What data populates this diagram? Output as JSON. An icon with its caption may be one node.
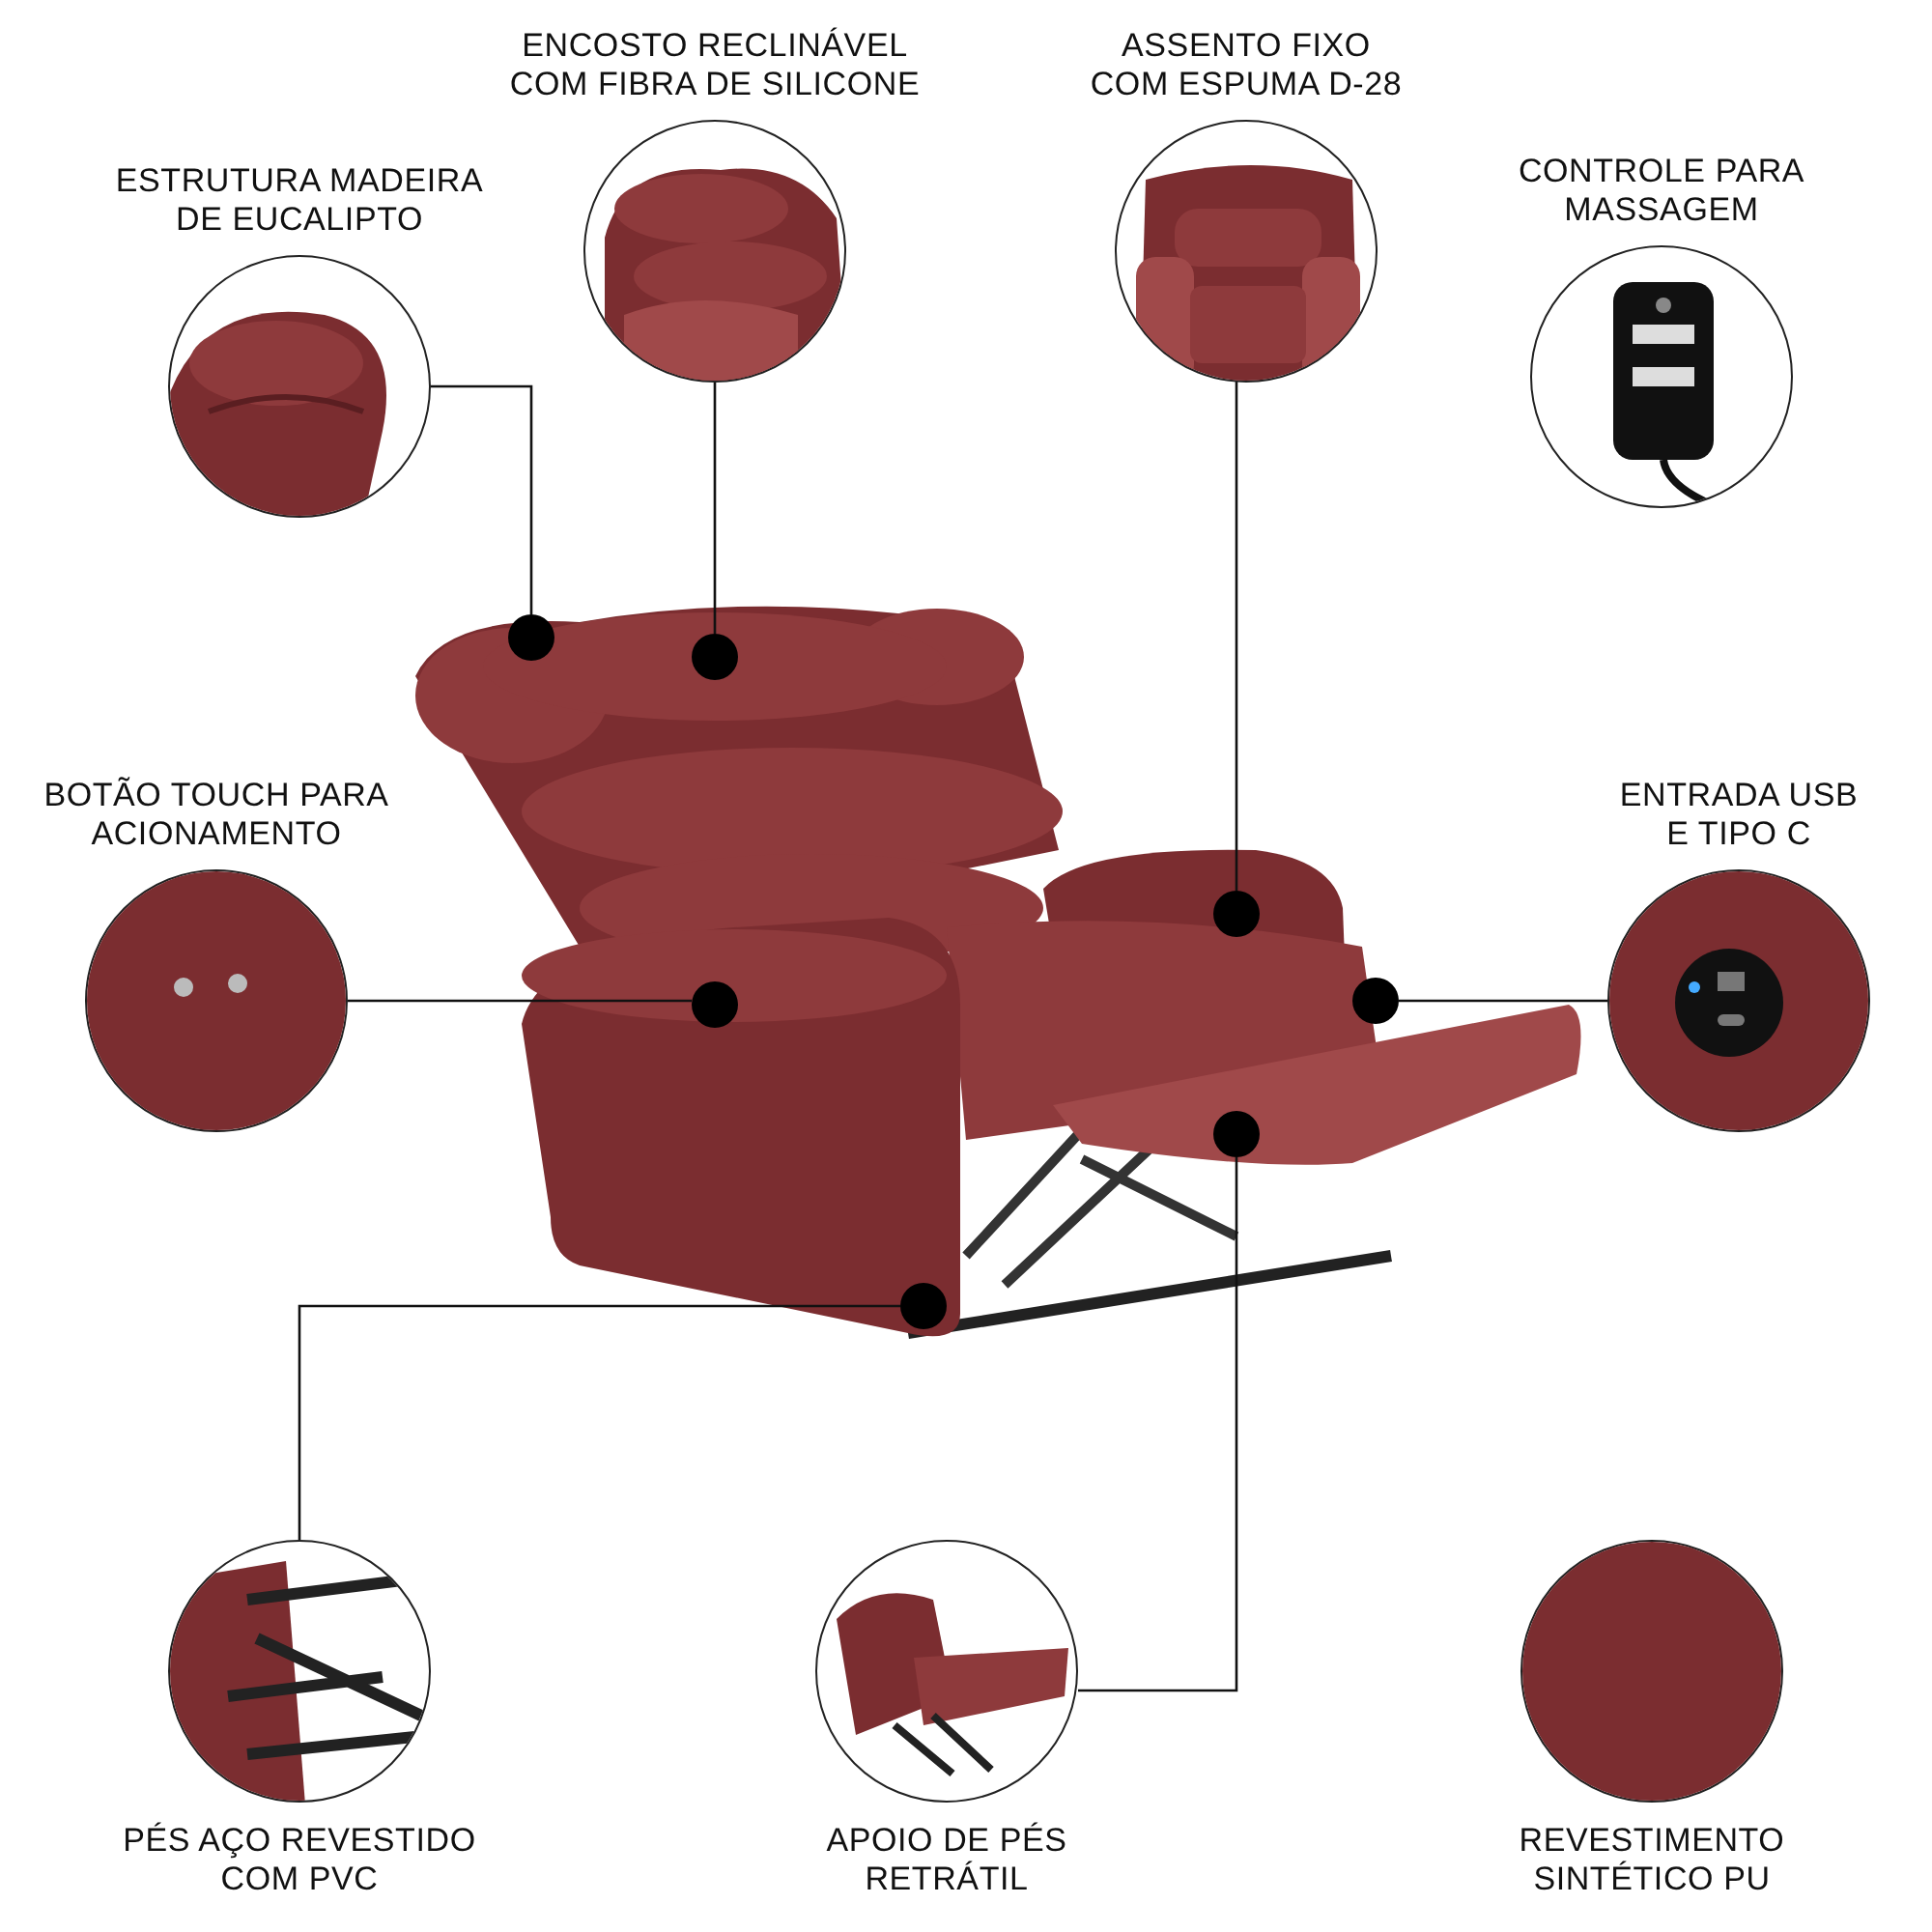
{
  "diagram": {
    "nodes": [
      {
        "text": [
          "ENCOSTO RECLINÁVEL COM FIBRA DE SILICONE"
        ]
      },
      {
        "text": [
          "ASSENTO FIXO COM ESPUMA D-28"
        ]
      },
      {
        "text": [
          "ESTRUTURA MADEIRA DE EUCALIPTO"
        ]
      },
      {
        "text": [
          "CONTROLE PARA MASSAGEM"
        ]
      },
      {
        "text": [],
        "shape": "picture"
      },
      {
        "text": [],
        "shape": "circle",
        "in": 4
      },
      {
        "text": [],
        "shape": "circle",
        "in": 4
      },
      {
        "text": [],
        "shape": "circle",
        "in": 4
      },
      {
        "text": [],
        "shape": "circle",
        "in": 4
      },
      {
        "text": [],
        "shape": "circle",
        "in": 4
      },
      {
        "text": [],
        "shape": "circle",
        "in": 4
      },
      {
        "text": [],
        "shape": "circle",
        "in": 4
      },
      {
        "text": [
          "BOTÃO TOUCH PARA ACIONAMENTO"
        ]
      },
      {
        "text": [
          "ENTRADA USB E TIPO C"
        ]
      },
      {
        "text": [
          "PÉS AÇO REVESTIDO COM PVC"
        ]
      },
      {
        "text": [
          "APOIO DE PÉS RETRÁTIL"
        ]
      },
      {
        "text": [
          "REVESTIMENTO SINTÉTICO PU"
        ]
      }
    ],
    "edges": [
      {
        "from": 2,
        "to": 5,
        "arrow": "none"
      },
      {
        "from": 0,
        "to": 6,
        "arrow": "none"
      },
      {
        "from": 1,
        "to": 7,
        "arrow": "none"
      },
      {
        "from": 12,
        "to": 8,
        "arrow": "none"
      },
      {
        "from": 13,
        "to": 9,
        "arrow": "none"
      },
      {
        "from": 14,
        "to": 11,
        "arrow": "none"
      },
      {
        "from": 15,
        "to": 10,
        "arrow": "none"
      }
    ]
  }
}
